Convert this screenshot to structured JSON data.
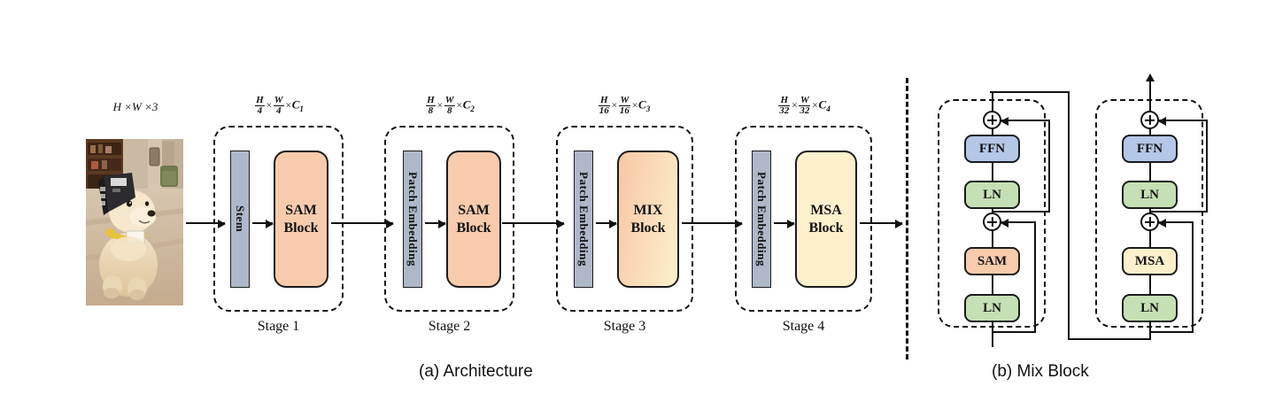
{
  "figure": {
    "panel_a_caption": "(a) Architecture",
    "panel_b_caption": "(b) Mix Block"
  },
  "input": {
    "dim_label": "H ×W ×3",
    "image_alt": "puppy-photo"
  },
  "stages": [
    {
      "id": "stage-1",
      "label": "Stage 1",
      "dim": {
        "num1": "H",
        "den1": "4",
        "num2": "W",
        "den2": "4",
        "channel": "C",
        "channel_sub": "1"
      },
      "bar_label": "Stem",
      "block_label_line1": "SAM",
      "block_label_line2": "Block",
      "block_fill": "#F7CBAC"
    },
    {
      "id": "stage-2",
      "label": "Stage 2",
      "dim": {
        "num1": "H",
        "den1": "8",
        "num2": "W",
        "den2": "8",
        "channel": "C",
        "channel_sub": "2"
      },
      "bar_label": "Patch Embedding",
      "block_label_line1": "SAM",
      "block_label_line2": "Block",
      "block_fill": "#F7CBAC"
    },
    {
      "id": "stage-3",
      "label": "Stage 3",
      "dim": {
        "num1": "H",
        "den1": "16",
        "num2": "W",
        "den2": "16",
        "channel": "C",
        "channel_sub": "3"
      },
      "bar_label": "Patch Embedding",
      "block_label_line1": "MIX",
      "block_label_line2": "Block",
      "block_fill": "gradient-peach-to-cream"
    },
    {
      "id": "stage-4",
      "label": "Stage 4",
      "dim": {
        "num1": "H",
        "den1": "32",
        "num2": "W",
        "den2": "32",
        "channel": "C",
        "channel_sub": "4"
      },
      "bar_label": "Patch Embedding",
      "block_label_line1": "MSA",
      "block_label_line2": "Block",
      "block_fill": "#FDF0CC"
    }
  ],
  "mix_block": {
    "sub_blocks": [
      {
        "id": "mix-sub-1",
        "ln_bottom": "LN",
        "core": "SAM",
        "core_fill": "#F7CBAC",
        "ln_top": "LN",
        "ffn": "FFN",
        "add_symbol": "⊕"
      },
      {
        "id": "mix-sub-2",
        "ln_bottom": "LN",
        "core": "MSA",
        "core_fill": "#FDF0CC",
        "ln_top": "LN",
        "ffn": "FFN",
        "add_symbol": "⊕"
      }
    ]
  },
  "colors": {
    "stem": "#AEB8C9",
    "sam": "#F7CBAC",
    "msa": "#FDF0CC",
    "ln": "#C5E0B4",
    "ffn": "#B4C7E7",
    "stroke": "#111111",
    "background": "#FFFFFF"
  }
}
